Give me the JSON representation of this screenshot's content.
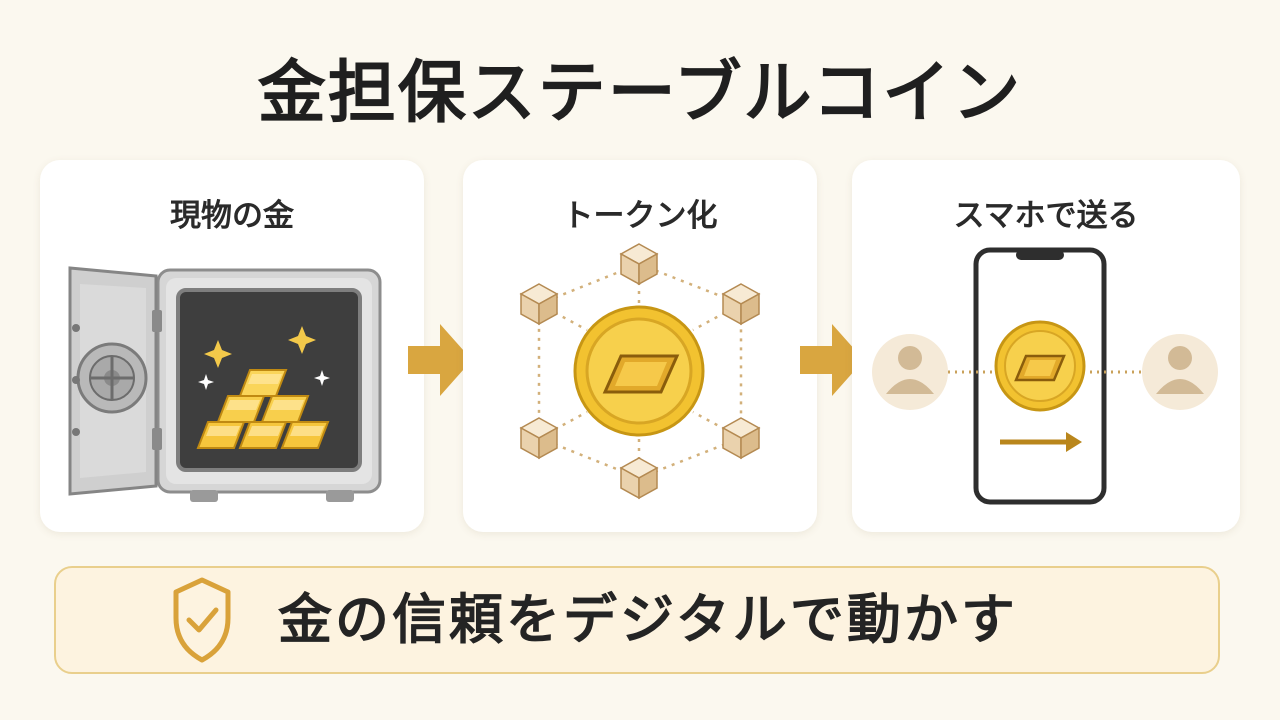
{
  "title": "金担保ステーブルコイン",
  "steps": [
    {
      "label": "現物の金",
      "icon": "safe-with-gold-bars-icon"
    },
    {
      "label": "トークン化",
      "icon": "gold-coin-network-icon"
    },
    {
      "label": "スマホで送る",
      "icon": "smartphone-transfer-icon"
    }
  ],
  "banner": {
    "text": "金の信頼をデジタルで動かす",
    "icon": "shield-check-icon"
  },
  "colors": {
    "background": "#fbf8ef",
    "gold": "#f2c230",
    "arrow": "#d9a640",
    "banner_bg": "#fdf3e0",
    "banner_border": "#e9cf8c"
  }
}
